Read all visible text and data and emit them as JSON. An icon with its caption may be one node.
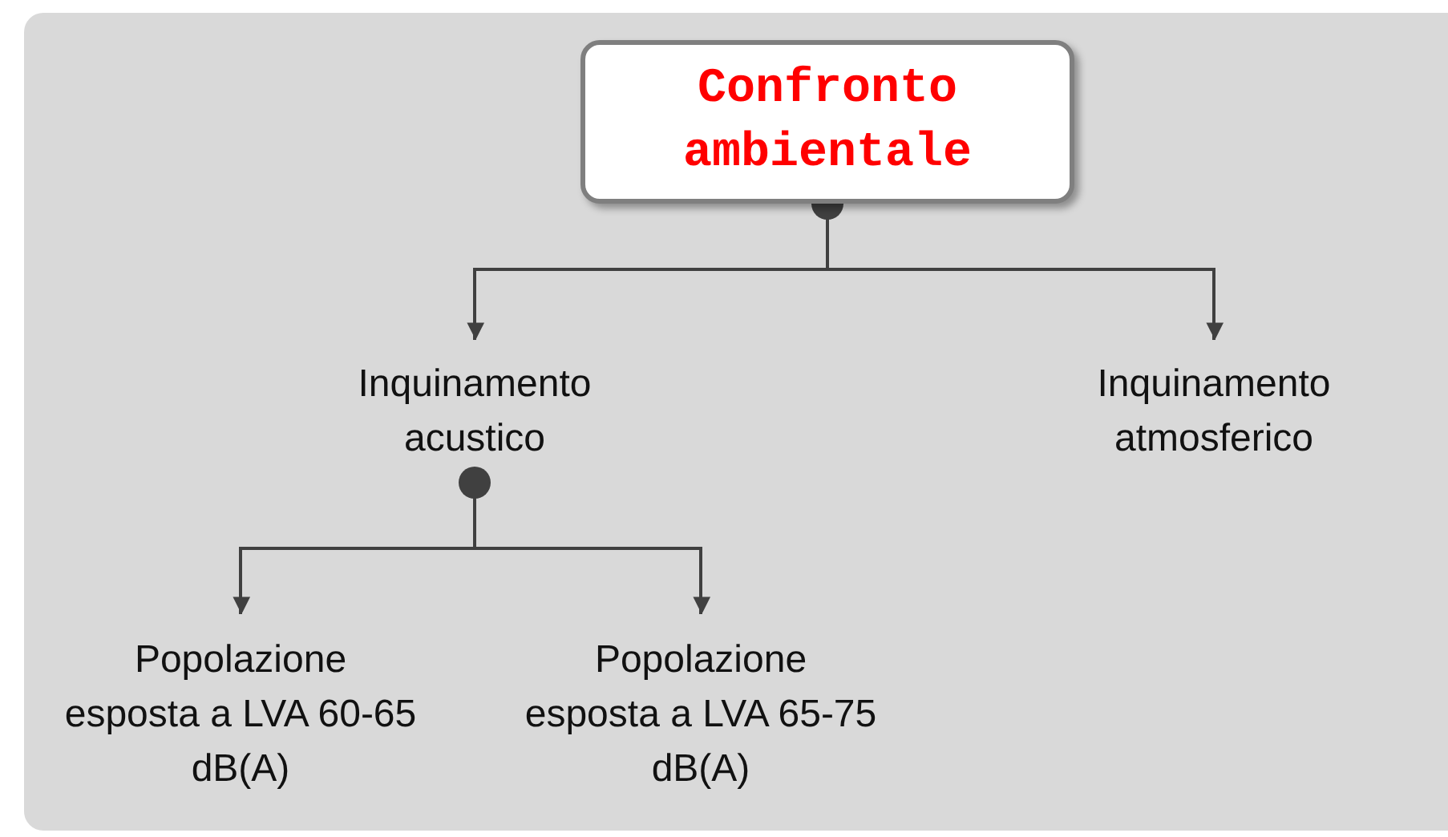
{
  "diagram": {
    "nodes": [
      {
        "text": [
          "Confronto ambientale"
        ]
      },
      {
        "text": [
          "Inquinamento acustico"
        ]
      },
      {
        "text": [
          "Inquinamento atmosferico"
        ]
      },
      {
        "text": [
          "Popolazione esposta a LVA 60-65 dB(A)"
        ]
      },
      {
        "text": [
          "Popolazione esposta a LVA 65-75 dB(A)"
        ]
      }
    ],
    "edges": [
      {
        "from": 0,
        "to": 1,
        "arrow": "to"
      },
      {
        "from": 0,
        "to": 2,
        "arrow": "to"
      },
      {
        "from": 1,
        "to": 3,
        "arrow": "to"
      },
      {
        "from": 1,
        "to": 4,
        "arrow": "to"
      }
    ]
  }
}
